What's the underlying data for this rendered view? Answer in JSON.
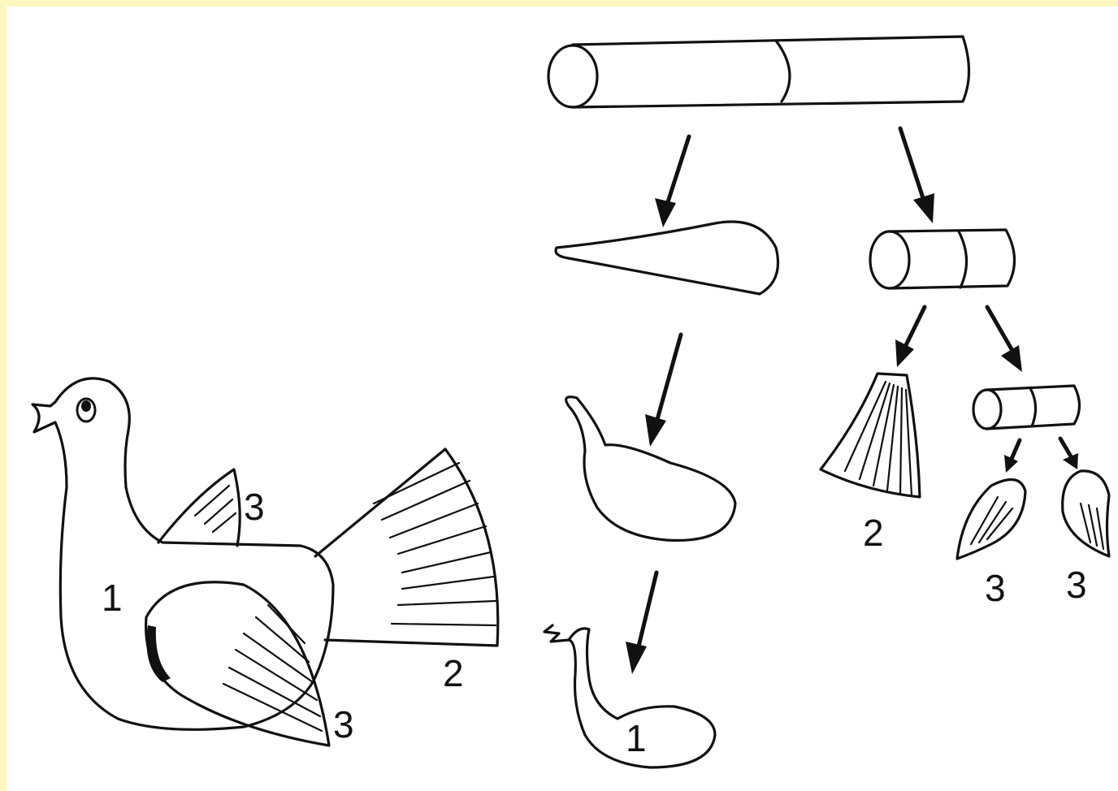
{
  "colors": {
    "border": "#fbf5c0",
    "background": "#ffffff",
    "ink": "#111111"
  },
  "labels": {
    "bird_body": "1",
    "bird_tail": "2",
    "bird_wing_top": "3",
    "bird_wing_side": "3",
    "step_body": "1",
    "step_tail": "2",
    "step_wing_left": "3",
    "step_wing_right": "3"
  }
}
